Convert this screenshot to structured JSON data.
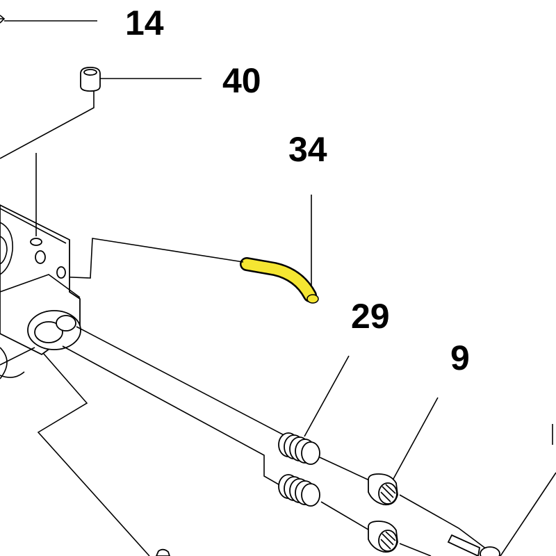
{
  "diagram": {
    "labels": {
      "p14": "14",
      "p40": "40",
      "p34": "34",
      "p29": "29",
      "p9": "9"
    },
    "colors": {
      "background": "#ffffff",
      "line": "#000000",
      "highlight": "#f5e632"
    }
  }
}
